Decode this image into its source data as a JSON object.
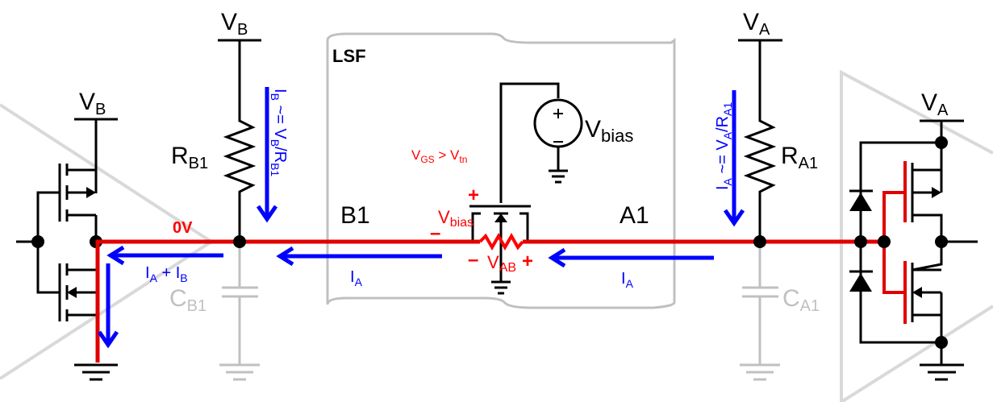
{
  "title": "LSF level translator current flow diagram",
  "colors": {
    "wire": "#000000",
    "highlight_path": "#e00000",
    "current_arrow": "#0000ff",
    "parasitic": "#c0c0c0",
    "buffer_outline": "#d9d9d9",
    "lsf_outline": "#c0c0c0"
  },
  "lsf_block": {
    "label": "LSF"
  },
  "supplies": {
    "left_buffer": {
      "name": "V",
      "sub": "B"
    },
    "rb1_top": {
      "name": "V",
      "sub": "B"
    },
    "ra1_top": {
      "name": "V",
      "sub": "A"
    },
    "right_buffer": {
      "name": "V",
      "sub": "A"
    }
  },
  "resistors": {
    "rb1": {
      "name": "R",
      "sub": "B1"
    },
    "ra1": {
      "name": "R",
      "sub": "A1"
    }
  },
  "capacitors": {
    "cb1": {
      "name": "C",
      "sub": "B1"
    },
    "ca1": {
      "name": "C",
      "sub": "A1"
    }
  },
  "nodes": {
    "b1": "B1",
    "a1": "A1",
    "zero_v": "0V"
  },
  "bias_source": {
    "name": "V",
    "sub": "bias",
    "plus": "+",
    "minus": "–"
  },
  "annotations": {
    "vgs": {
      "v": "V",
      "gs": "GS",
      "gt": " > V",
      "tn": "tn"
    },
    "vbias_gate": {
      "name": "V",
      "sub": "bias",
      "plus": "+",
      "minus": "–"
    },
    "vab": {
      "name": "V",
      "sub": "AB",
      "plus": "+",
      "minus": "–"
    }
  },
  "currents": {
    "ib_eq": {
      "i": "I",
      "isub": "B",
      "mid": " ~= V",
      "vsub": "B",
      "slash": "/R",
      "rsub": "B1"
    },
    "ia_eq": {
      "i": "I",
      "isub": "A",
      "mid": " ~= V",
      "vsub": "A",
      "slash": "/R",
      "rsub": "A1"
    },
    "ia_left": {
      "i": "I",
      "sub": "A"
    },
    "ia_right": {
      "i": "I",
      "sub": "A"
    },
    "iab": {
      "i1": "I",
      "s1": "A",
      "plus": " + I",
      "s2": "B"
    }
  }
}
